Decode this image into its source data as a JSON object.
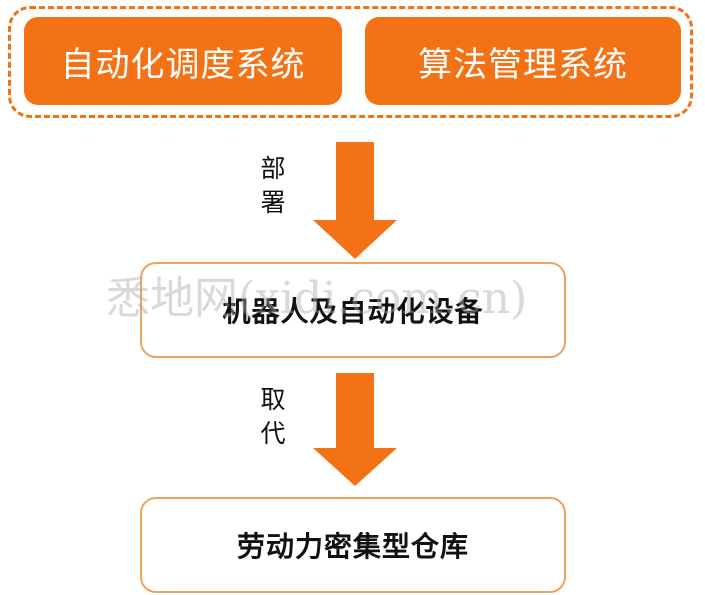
{
  "top_group": {
    "box_a": "自动化调度系统",
    "box_b": "算法管理系统"
  },
  "arrow_1": {
    "label": "部署"
  },
  "middle_box": "机器人及自动化设备",
  "arrow_2": {
    "label": "取代"
  },
  "bottom_box": "劳动力密集型仓库",
  "watermark": "悉地网(xidi.com.cn)",
  "colors": {
    "accent_orange": "#f47216",
    "outline_orange": "#f0a15c",
    "text_dark": "#111111",
    "text_light": "#ffffff"
  }
}
